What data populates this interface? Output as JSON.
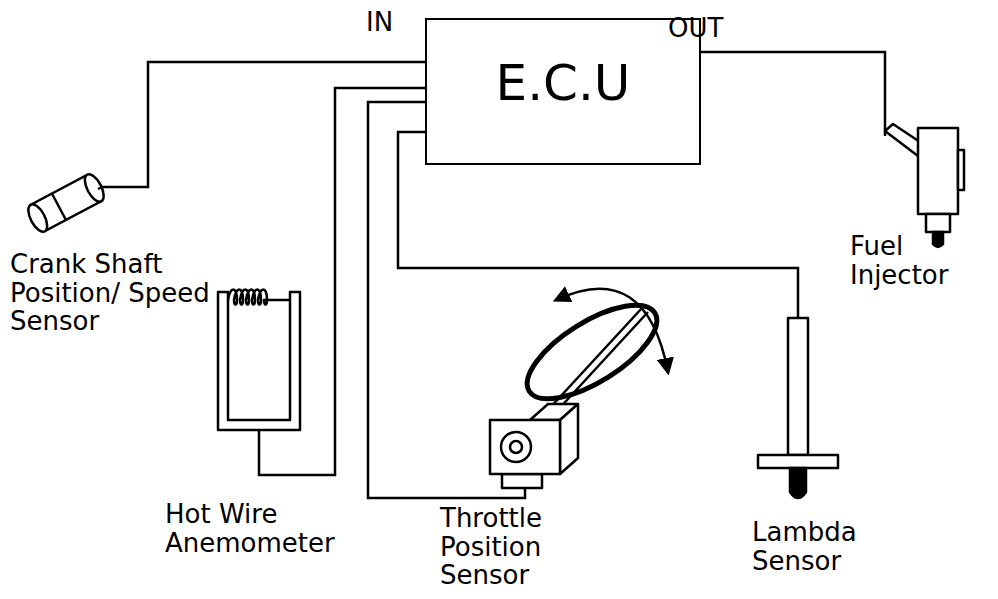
{
  "diagram": {
    "nodes": [
      {
        "text": [
          "E.C.U"
        ]
      },
      {
        "text": [
          "Crank Shaft Position/ Speed Sensor"
        ]
      },
      {
        "text": [
          "Fuel Injector"
        ]
      },
      {
        "text": [
          "Hot Wire Anemometer"
        ]
      },
      {
        "text": [
          "Throttle Position Sensor"
        ]
      },
      {
        "text": [
          "Lambda Sensor"
        ]
      }
    ],
    "edges": [
      {
        "from": 1,
        "to": 0,
        "arrow": "none"
      },
      {
        "from": 3,
        "to": 0,
        "arrow": "none"
      },
      {
        "from": 4,
        "to": 0,
        "arrow": "none"
      },
      {
        "from": 5,
        "to": 0,
        "arrow": "none"
      },
      {
        "from": 0,
        "to": 2,
        "arrow": "none"
      }
    ],
    "labels": [
      "IN",
      "OUT"
    ]
  }
}
